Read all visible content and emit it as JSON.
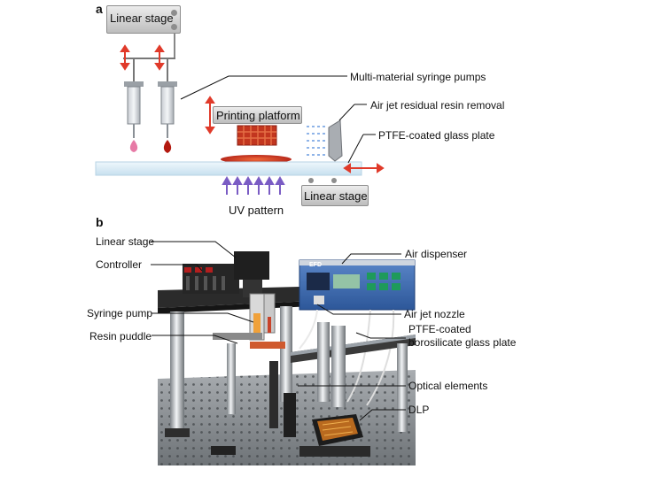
{
  "panel_a": {
    "letter": "a",
    "labels": {
      "linear_stage_top": "Linear stage",
      "syringe_pumps": "Multi-material syringe pumps",
      "printing_platform": "Printing platform",
      "air_jet": "Air jet residual resin removal",
      "glass_plate": "PTFE-coated glass plate",
      "linear_stage_bottom": "Linear stage",
      "uv_pattern": "UV pattern"
    }
  },
  "panel_b": {
    "letter": "b",
    "labels": {
      "linear_stage": "Linear stage",
      "controller": "Controller",
      "syringe_pump": "Syringe pump",
      "resin_puddle": "Resin puddle",
      "air_dispenser": "Air dispenser",
      "air_jet_nozzle": "Air jet nozzle",
      "ptfe_line1": "PTFE-coated",
      "ptfe_line2": "borosilicate glass plate",
      "optical_elements": "Optical elements",
      "dlp": "DLP"
    },
    "device_text": {
      "brand": "EFD"
    }
  },
  "colors": {
    "arrow_red": "#e03a2a",
    "uv_purple": "#7a5cc4",
    "air_blue": "#8fb4e8",
    "glass": "#d9ecf6"
  }
}
